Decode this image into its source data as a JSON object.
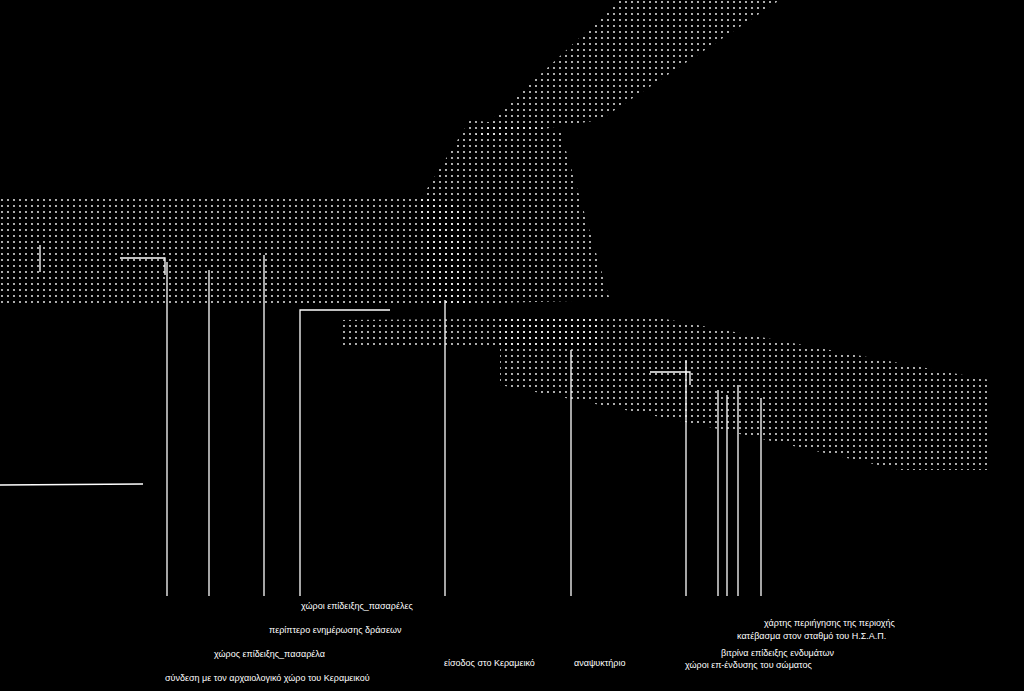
{
  "diagram": {
    "labels": [
      "χώροι επίδειξης_πασαρέλες",
      "περίπτερο ενημέρωσης δράσεων",
      "χώρος επίδειξης_πασαρέλα",
      "σύνδεση με τον αρχαιολογικό χώρο του Κεραμεικού",
      "είσοδος στο Κεραμεικό",
      "αναψυκτήριο",
      "χάρτης περιήγησης της περιοχής",
      "κατέβασμα στον σταθμό του Η.Σ.Α.Π.",
      "βιτρίνα επίδειξης ενδυμάτων",
      "χώροι επ-ένδυσης του σώματος"
    ]
  }
}
